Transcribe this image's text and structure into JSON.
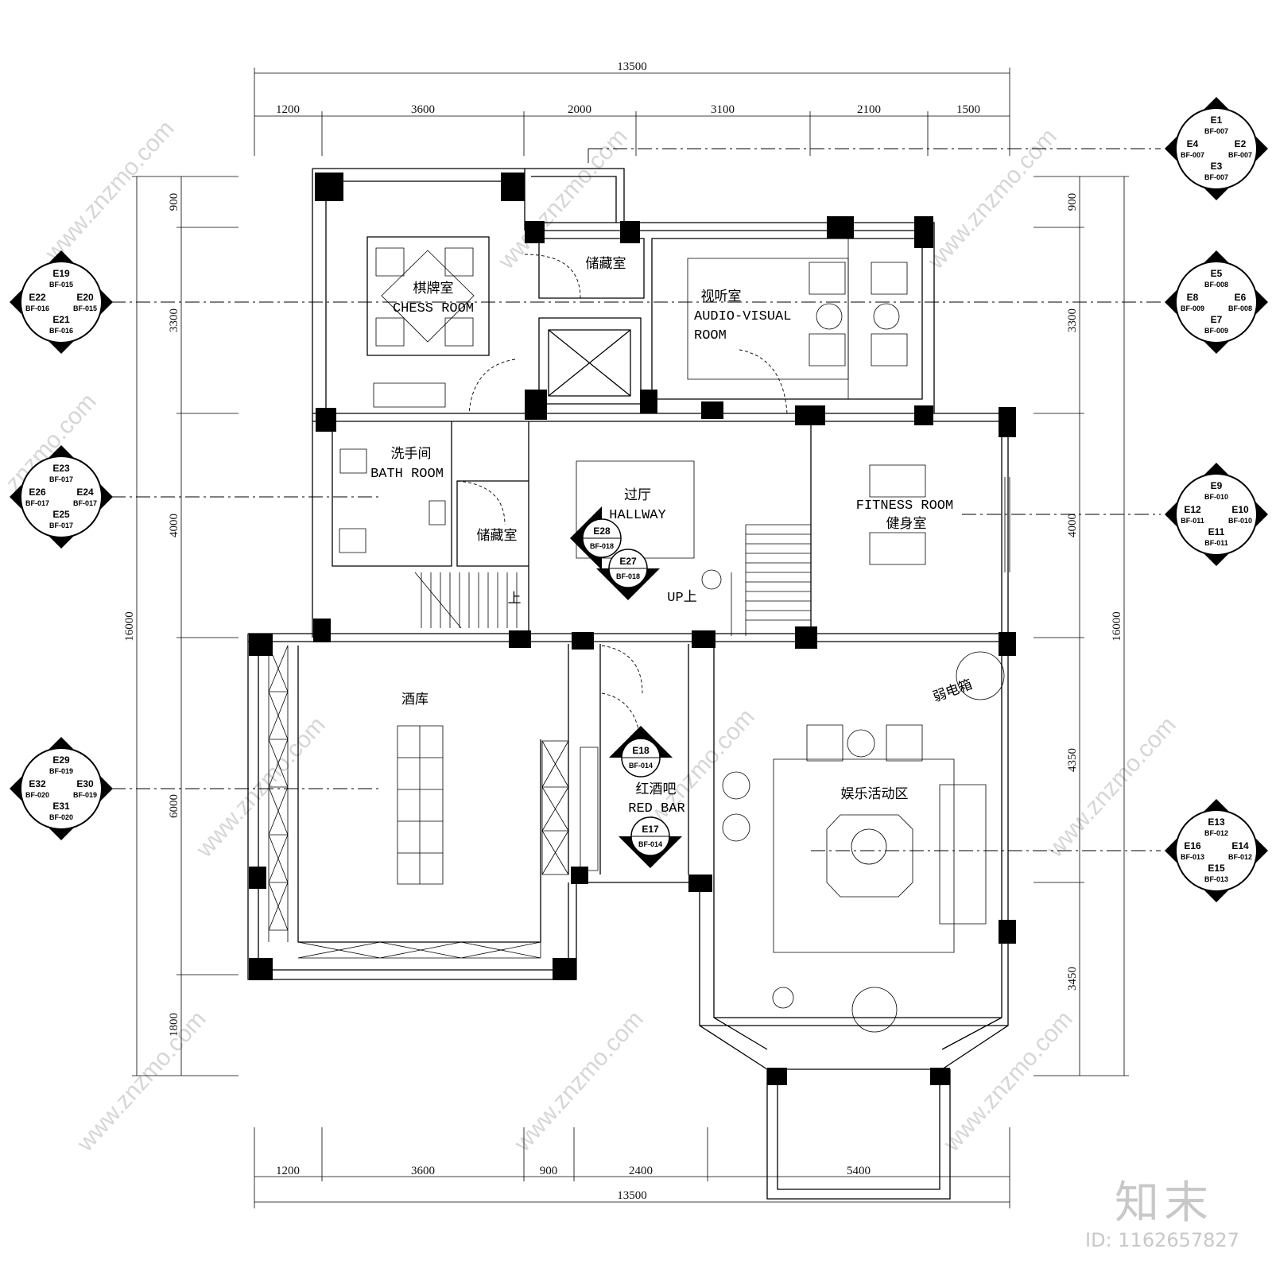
{
  "dimensions": {
    "top_total": "13500",
    "top_segments": [
      "1200",
      "3600",
      "2000",
      "3100",
      "2100",
      "1500"
    ],
    "bottom_total": "13500",
    "bottom_segments": [
      "1200",
      "3600",
      "900",
      "2400",
      "5400"
    ],
    "left_total": "16000",
    "left_segments": [
      "900",
      "3300",
      "4000",
      "6000",
      "1800"
    ],
    "right_total": "16000",
    "right_segments": [
      "900",
      "3300",
      "4000",
      "4350",
      "3450"
    ]
  },
  "rooms": {
    "chess_cn": "棋牌室",
    "chess_en": "CHESS ROOM",
    "storage_top": "储藏室",
    "av_cn": "视听室",
    "av_en1": "AUDIO-VISUAL",
    "av_en2": "ROOM",
    "bath_cn": "洗手间",
    "bath_en": "BATH ROOM",
    "storage_mid": "储藏室",
    "hallway_cn": "过厅",
    "hallway_en": "HALLWAY",
    "fitness_en": "FITNESS ROOM",
    "fitness_cn": "健身室",
    "up_stair": "上",
    "up_label": "UP上",
    "wine_cellar": "酒库",
    "bar_cn": "红酒吧",
    "bar_en": "RED BAR",
    "entertain": "娱乐活动区",
    "weak_box": "弱电箱"
  },
  "elevation_markers": [
    {
      "id": "m1",
      "labels": [
        [
          "E1",
          "BF-007"
        ],
        [
          "E2",
          "BF-007"
        ],
        [
          "E3",
          "BF-007"
        ],
        [
          "E4",
          "BF-007"
        ]
      ]
    },
    {
      "id": "m2",
      "labels": [
        [
          "E5",
          "BF-008"
        ],
        [
          "E6",
          "BF-008"
        ],
        [
          "E7",
          "BF-009"
        ],
        [
          "E8",
          "BF-009"
        ]
      ]
    },
    {
      "id": "m3",
      "labels": [
        [
          "E9",
          "BF-010"
        ],
        [
          "E10",
          "BF-010"
        ],
        [
          "E11",
          "BF-011"
        ],
        [
          "E12",
          "BF-011"
        ]
      ]
    },
    {
      "id": "m4",
      "labels": [
        [
          "E13",
          "BF-012"
        ],
        [
          "E14",
          "BF-012"
        ],
        [
          "E15",
          "BF-013"
        ],
        [
          "E16",
          "BF-013"
        ]
      ]
    },
    {
      "id": "m5",
      "labels": [
        [
          "E19",
          "BF-015"
        ],
        [
          "E20",
          "BF-015"
        ],
        [
          "E21",
          "BF-016"
        ],
        [
          "E22",
          "BF-016"
        ]
      ]
    },
    {
      "id": "m6",
      "labels": [
        [
          "E23",
          "BF-017"
        ],
        [
          "E24",
          "BF-017"
        ],
        [
          "E25",
          "BF-017"
        ],
        [
          "E26",
          "BF-017"
        ]
      ]
    },
    {
      "id": "m7",
      "labels": [
        [
          "E29",
          "BF-019"
        ],
        [
          "E30",
          "BF-019"
        ],
        [
          "E31",
          "BF-020"
        ],
        [
          "E32",
          "BF-020"
        ]
      ]
    }
  ],
  "single_markers": [
    {
      "label": "E28",
      "ref": "BF-018"
    },
    {
      "label": "E27",
      "ref": "BF-018"
    },
    {
      "label": "E18",
      "ref": "BF-014"
    },
    {
      "label": "E17",
      "ref": "BF-014"
    }
  ],
  "watermark": {
    "text": "znzmo.com",
    "text_long": "www.znzmo.com",
    "brand": "知末",
    "image_id": "ID: 1162657827"
  }
}
